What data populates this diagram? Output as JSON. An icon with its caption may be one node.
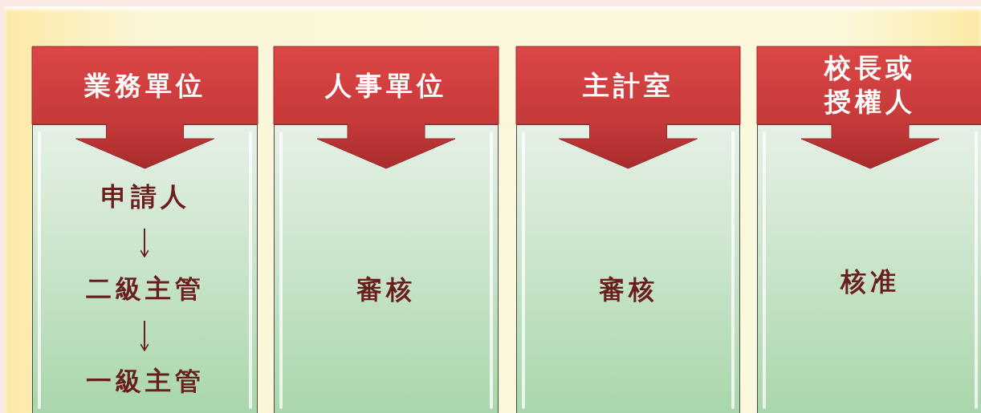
{
  "diagram": {
    "nodes": [
      {
        "text": [
          "業務單位"
        ]
      },
      {
        "text": [],
        "shape": "box"
      },
      {
        "text": [
          "申請人"
        ],
        "in": 1
      },
      {
        "text": [
          "二級主管"
        ],
        "in": 1
      },
      {
        "text": [
          "一級主管"
        ],
        "in": 1
      },
      {
        "text": [
          "人事單位"
        ]
      },
      {
        "text": [
          "審核"
        ]
      },
      {
        "text": [
          "主計室"
        ]
      },
      {
        "text": [
          "審核"
        ]
      },
      {
        "text": [
          "校長或授權人"
        ]
      },
      {
        "text": [
          "核准"
        ]
      }
    ],
    "edges": [
      {
        "from": 2,
        "to": 3,
        "arrow": "to"
      },
      {
        "from": 3,
        "to": 4,
        "arrow": "to"
      }
    ]
  }
}
